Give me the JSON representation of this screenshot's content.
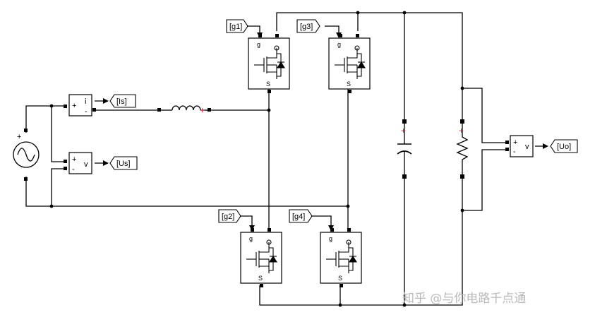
{
  "goto_tags": {
    "g1": "[g1]",
    "g3": "[g3]",
    "g2": "[g2]",
    "g4": "[g4]",
    "is": "[Is]",
    "us": "[Us]",
    "uo": "[Uo]"
  },
  "sensor_blocks": {
    "current": {
      "plus": "+",
      "minus": "-",
      "out": "i"
    },
    "voltage_in": {
      "plus": "+",
      "minus": "-",
      "out": "v"
    },
    "voltage_out": {
      "plus": "+",
      "minus": "-",
      "out": "v"
    }
  },
  "mosfet": {
    "gate": "g",
    "source": "S"
  },
  "ac_source": {
    "plus": "+"
  },
  "watermark": "知乎 @与你电路千点通",
  "colors": {
    "wire": "#000000",
    "polarity": "#e0202a",
    "block_border": "#000000",
    "port": "#000000",
    "watermark": "#b9b9b9"
  }
}
